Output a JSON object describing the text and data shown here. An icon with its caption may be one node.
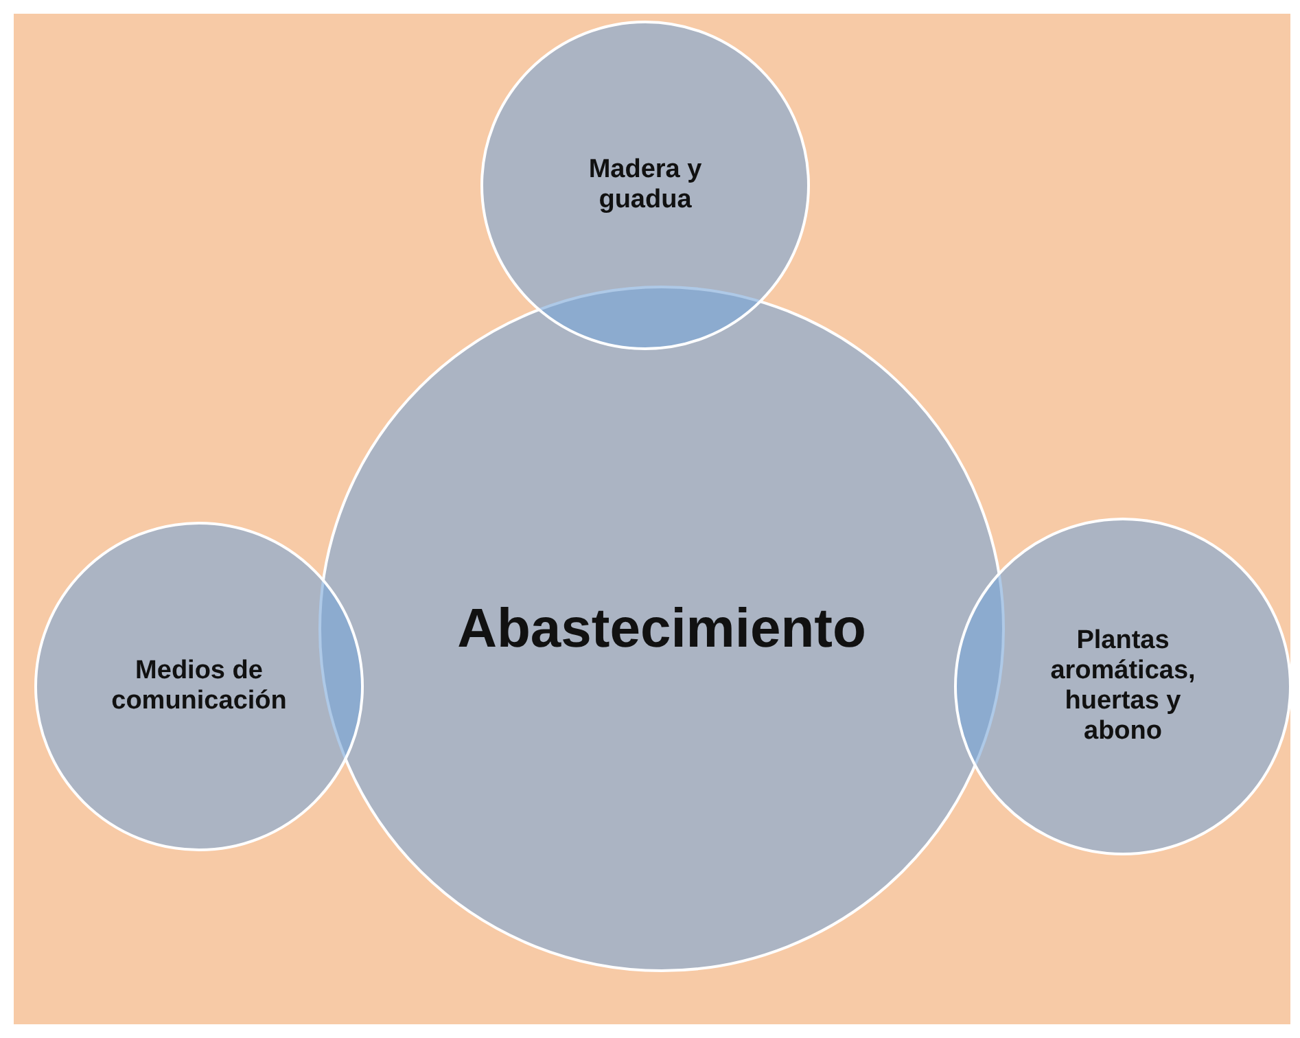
{
  "diagram": {
    "nodes": [
      {
        "text": [
          "Madera y guadua"
        ]
      },
      {
        "text": [
          "Medios de comunicación"
        ]
      },
      {
        "text": [
          "Abastecimiento"
        ]
      },
      {
        "text": [
          "Plantas aromáticas, huertas y abono"
        ]
      }
    ]
  }
}
